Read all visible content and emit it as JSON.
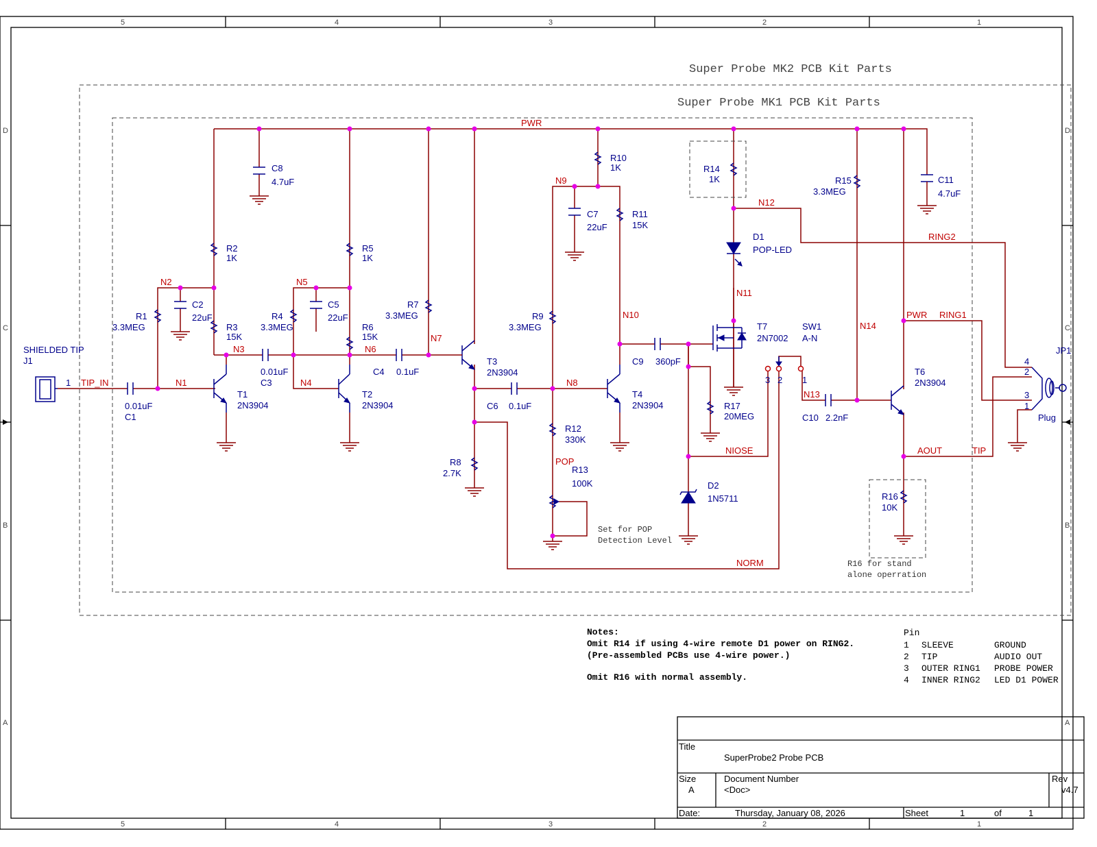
{
  "zones": {
    "cols": [
      "5",
      "4",
      "3",
      "2",
      "1"
    ],
    "rows": [
      "D",
      "C",
      "B",
      "A"
    ]
  },
  "titles": {
    "mk2": "Super Probe MK2 PCB Kit Parts",
    "mk1": "Super Probe MK1 PCB Kit Parts"
  },
  "nets": {
    "pwr": "PWR",
    "tip_in": "TIP_IN",
    "n1": "N1",
    "n2": "N2",
    "n3": "N3",
    "n4": "N4",
    "n5": "N5",
    "n6": "N6",
    "n7": "N7",
    "n8": "N8",
    "n9": "N9",
    "n10": "N10",
    "n11": "N11",
    "n12": "N12",
    "n13": "N13",
    "n14": "N14",
    "ring2": "RING2",
    "pwr2": "PWR",
    "ring1": "RING1",
    "aout": "AOUT",
    "tip": "TIP",
    "niose": "NIOSE",
    "norm": "NORM",
    "pop": "POP"
  },
  "components": {
    "j1": {
      "name": "SHIELDED TIP",
      "ref": "J1",
      "pin": "1"
    },
    "c1": {
      "ref": "C1",
      "val": "0.01uF"
    },
    "r1": {
      "ref": "R1",
      "val": "3.3MEG"
    },
    "c2": {
      "ref": "C2",
      "val": "22uF"
    },
    "r2": {
      "ref": "R2",
      "val": "1K"
    },
    "r3": {
      "ref": "R3",
      "val": "15K"
    },
    "t1": {
      "ref": "T1",
      "val": "2N3904"
    },
    "c3": {
      "ref": "C3",
      "val": "0.01uF"
    },
    "r4": {
      "ref": "R4",
      "val": "3.3MEG"
    },
    "c5": {
      "ref": "C5",
      "val": "22uF"
    },
    "r5": {
      "ref": "R5",
      "val": "1K"
    },
    "r6": {
      "ref": "R6",
      "val": "15K"
    },
    "t2": {
      "ref": "T2",
      "val": "2N3904"
    },
    "c8": {
      "ref": "C8",
      "val": "4.7uF"
    },
    "c4": {
      "ref": "C4",
      "val": "0.1uF"
    },
    "r7": {
      "ref": "R7",
      "val": "3.3MEG"
    },
    "t3": {
      "ref": "T3",
      "val": "2N3904"
    },
    "r8": {
      "ref": "R8",
      "val": "2.7K"
    },
    "c6": {
      "ref": "C6",
      "val": "0.1uF"
    },
    "r9": {
      "ref": "R9",
      "val": "3.3MEG"
    },
    "r10": {
      "ref": "R10",
      "val": "1K"
    },
    "c7": {
      "ref": "C7",
      "val": "22uF"
    },
    "r11": {
      "ref": "R11",
      "val": "15K"
    },
    "r12": {
      "ref": "R12",
      "val": "330K"
    },
    "r13": {
      "ref": "R13",
      "val": "100K"
    },
    "t4": {
      "ref": "T4",
      "val": "2N3904"
    },
    "c9": {
      "ref": "C9",
      "val": "360pF"
    },
    "r14": {
      "ref": "R14",
      "val": "1K"
    },
    "d1": {
      "ref": "D1",
      "val": "POP-LED"
    },
    "t7": {
      "ref": "T7",
      "val": "2N7002"
    },
    "r17": {
      "ref": "R17",
      "val": "20MEG"
    },
    "d2": {
      "ref": "D2",
      "val": "1N5711"
    },
    "sw1": {
      "ref": "SW1",
      "val": "A-N",
      "p3": "3",
      "p2": "2",
      "p1": "1"
    },
    "r15": {
      "ref": "R15",
      "val": "3.3MEG"
    },
    "c10": {
      "ref": "C10",
      "val": "2.2nF"
    },
    "c11": {
      "ref": "C11",
      "val": "4.7uF"
    },
    "t6": {
      "ref": "T6",
      "val": "2N3904"
    },
    "r16": {
      "ref": "R16",
      "val": "10K"
    },
    "jp1": {
      "ref": "JP1",
      "val": "Plug",
      "p4": "4",
      "p2": "2",
      "p3": "3",
      "p1": "1"
    }
  },
  "annotations": {
    "pop_level_1": "Set for POP",
    "pop_level_2": "Detection Level",
    "r16_1": "R16 for stand",
    "r16_2": "alone operration"
  },
  "notes": {
    "heading": "Notes:",
    "line1": "Omit R14 if using 4-wire remote D1 power on RING2.",
    "line2": "(Pre-assembled PCBs use 4-wire power.)",
    "line3": "Omit R16 with normal assembly."
  },
  "pin_table": {
    "heading": "Pin",
    "rows": [
      [
        "1",
        "SLEEVE",
        "GROUND"
      ],
      [
        "2",
        "TIP",
        "AUDIO OUT"
      ],
      [
        "3",
        "OUTER RING1",
        "PROBE POWER"
      ],
      [
        "4",
        "INNER RING2",
        "LED D1 POWER"
      ]
    ]
  },
  "title_block": {
    "title_label": "Title",
    "title": "SuperProbe2 Probe PCB",
    "size_label": "Size",
    "size": "A",
    "docnum_label": "Document Number",
    "docnum": "<Doc>",
    "rev_label": "Rev",
    "rev": "v4.7",
    "date_label": "Date:",
    "date": "Thursday, January 08, 2026",
    "sheet_label": "Sheet",
    "sheet": "1",
    "of_label": "of",
    "of": "1"
  }
}
